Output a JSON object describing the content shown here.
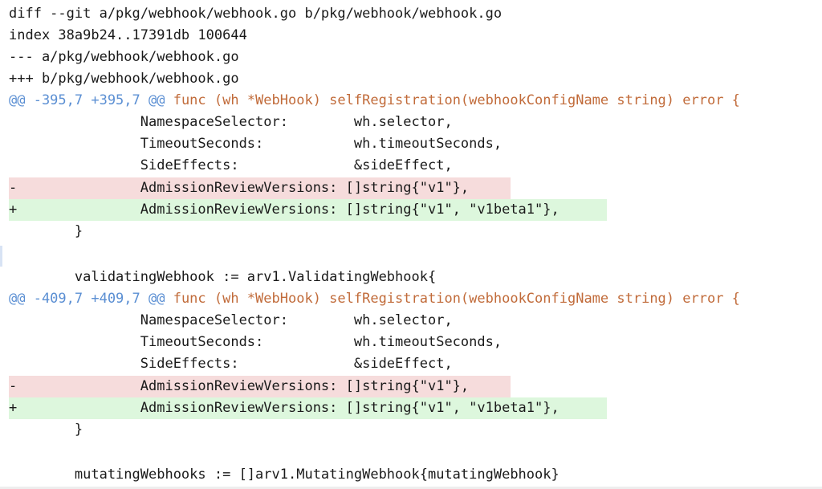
{
  "diff": {
    "header": [
      "diff --git a/pkg/webhook/webhook.go b/pkg/webhook/webhook.go",
      "index 38a9b24..17391db 100644",
      "--- a/pkg/webhook/webhook.go",
      "+++ b/pkg/webhook/webhook.go"
    ],
    "hunks": [
      {
        "range": "@@ -395,7 +395,7 @@",
        "context": " func (wh *WebHook) selfRegistration(webhookConfigName string) error {",
        "lines": [
          "                NamespaceSelector:        wh.selector,",
          "                TimeoutSeconds:           wh.timeoutSeconds,",
          "                SideEffects:              &sideEffect,",
          "-               AdmissionReviewVersions: []string{\"v1\"},",
          "+               AdmissionReviewVersions: []string{\"v1\", \"v1beta1\"},",
          "        }",
          "",
          "        validatingWebhook := arv1.ValidatingWebhook{"
        ]
      },
      {
        "range": "@@ -409,7 +409,7 @@",
        "context": " func (wh *WebHook) selfRegistration(webhookConfigName string) error {",
        "lines": [
          "                NamespaceSelector:        wh.selector,",
          "                TimeoutSeconds:           wh.timeoutSeconds,",
          "                SideEffects:              &sideEffect,",
          "-               AdmissionReviewVersions: []string{\"v1\"},",
          "+               AdmissionReviewVersions: []string{\"v1\", \"v1beta1\"},",
          "        }",
          "",
          "        mutatingWebhooks := []arv1.MutatingWebhook{mutatingWebhook}"
        ]
      }
    ]
  },
  "colors": {
    "hunk_range": "#5b8fd3",
    "hunk_context": "#c16b3a",
    "deleted_bg": "#f6dcdc",
    "added_bg": "#ddf7dd"
  }
}
